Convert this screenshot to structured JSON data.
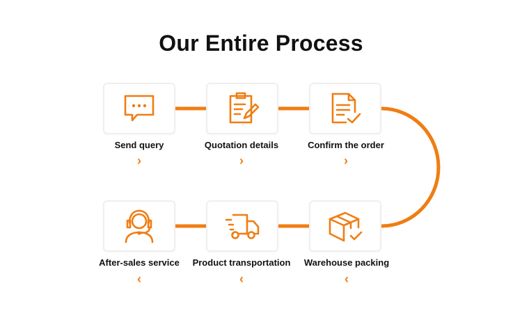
{
  "title": "Our Entire Process",
  "accent_color": "#f07d12",
  "steps": [
    {
      "label": "Send query",
      "icon": "chat-bubble-icon",
      "arrow": "›"
    },
    {
      "label": "Quotation details",
      "icon": "clipboard-pen-icon",
      "arrow": "›"
    },
    {
      "label": "Confirm the order",
      "icon": "document-check-icon",
      "arrow": "›"
    },
    {
      "label": "Warehouse packing",
      "icon": "box-check-icon",
      "arrow": "‹"
    },
    {
      "label": "Product transportation",
      "icon": "delivery-truck-icon",
      "arrow": "‹"
    },
    {
      "label": "After-sales service",
      "icon": "headset-agent-icon",
      "arrow": "‹"
    }
  ]
}
